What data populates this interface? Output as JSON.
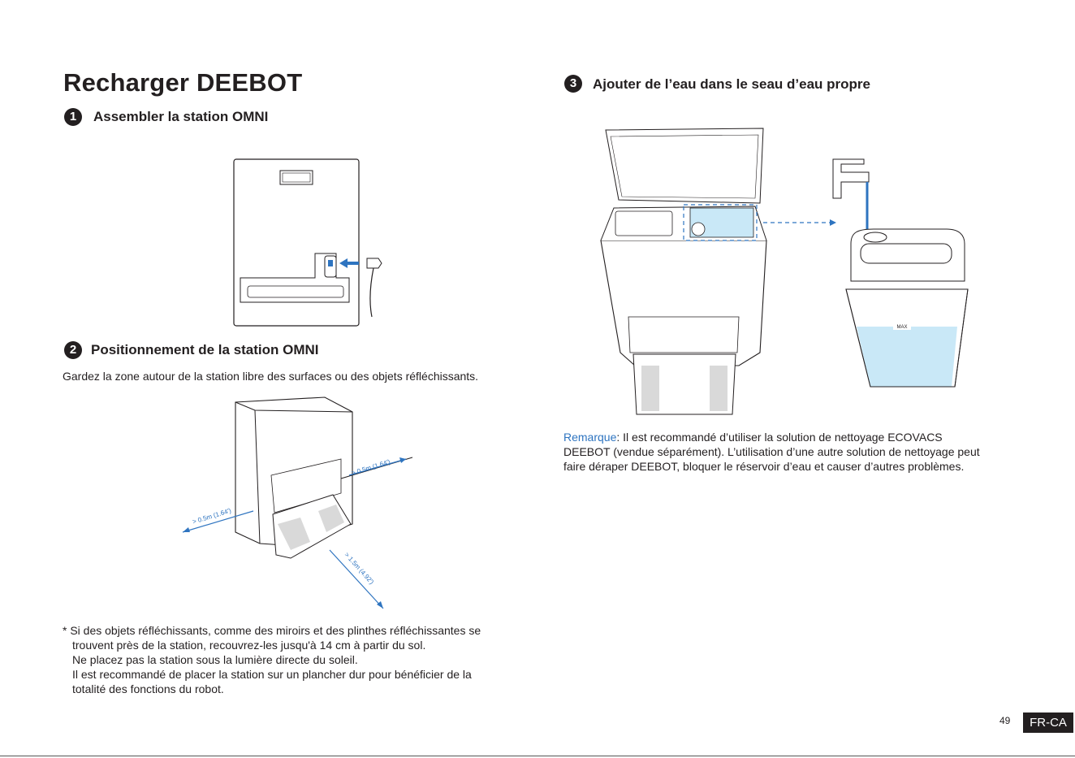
{
  "page": {
    "title": "Recharger DEEBOT",
    "page_number": "49",
    "language_badge": "FR-CA"
  },
  "steps": [
    {
      "number": "1",
      "heading": "Assembler la station OMNI"
    },
    {
      "number": "2",
      "heading": "Positionnement de la station OMNI",
      "description": "Gardez la zone autour de la station libre des surfaces ou des objets réfléchissants.",
      "labels": {
        "left_clearance": "> 0.5m (1.64')",
        "right_clearance": "> 0.5m (1.64')",
        "front_clearance": "> 1.5m (4.92')"
      },
      "footnote": [
        "* Si des objets réfléchissants, comme des miroirs et des plinthes réfléchissantes se",
        "trouvent près de la station, recouvrez-les jusqu'à 14 cm à partir du sol.",
        "Ne placez pas la station sous la lumière directe du soleil.",
        "Il est recommandé de placer la station sur un plancher dur pour bénéficier de la",
        "totalité des fonctions du robot."
      ]
    },
    {
      "number": "3",
      "heading": "Ajouter de l’eau dans le seau d’eau propre",
      "tank_mark": "MAX",
      "note_label": "Remarque",
      "note_lines": [
        ": Il est recommandé d’utiliser la solution de nettoyage ECOVACS",
        "DEEBOT (vendue séparément). L’utilisation d’une autre solution de nettoyage peut",
        "faire déraper DEEBOT, bloquer le réservoir d’eau et causer d’autres problèmes."
      ]
    }
  ],
  "colors": {
    "accent": "#2e74c0",
    "water": "#c9e8f7",
    "ink": "#231f20"
  },
  "icons": [
    "station-back-illustration",
    "power-plug-icon",
    "station-placement-illustration",
    "water-tap-icon",
    "water-tank-illustration"
  ]
}
